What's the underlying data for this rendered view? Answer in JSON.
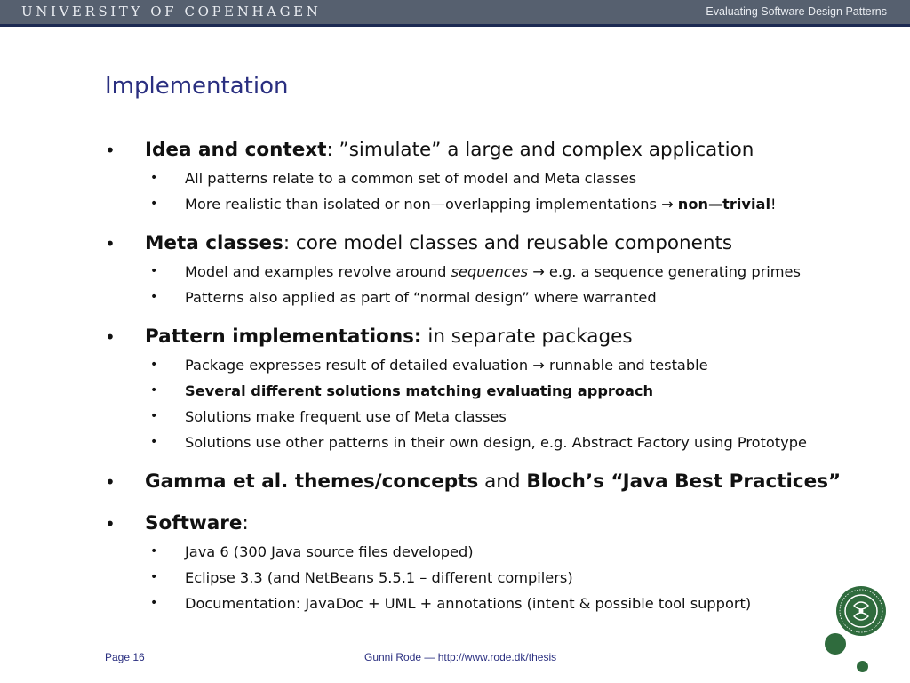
{
  "header": {
    "university": "UNIVERSITY OF COPENHAGEN",
    "deck_title": "Evaluating Software Design Patterns"
  },
  "slide": {
    "title": "Implementation",
    "sections": [
      {
        "head_bold": "Idea and context",
        "head_rest": ": ”simulate” a large and complex application",
        "items": [
          {
            "text": "All patterns relate to a common set of model and Meta classes"
          },
          {
            "pre": "More realistic than isolated or non—overlapping implementations → ",
            "bold": "non—trivial",
            "post": "!"
          }
        ]
      },
      {
        "head_bold": "Meta classes",
        "head_rest": ": core model classes and reusable components",
        "items": [
          {
            "pre": "Model and examples revolve around ",
            "italic": "sequences",
            "post": " → e.g. a sequence generating primes"
          },
          {
            "text": "Patterns also applied as part of “normal design” where warranted"
          }
        ]
      },
      {
        "head_bold": "Pattern implementations:",
        "head_rest": " in separate packages",
        "items": [
          {
            "text": "Package expresses result of detailed evaluation → runnable and testable"
          },
          {
            "bold_text": "Several different solutions matching evaluating approach"
          },
          {
            "text": "Solutions make frequent use of Meta classes"
          },
          {
            "text": "Solutions use other patterns in their own design, e.g. Abstract Factory using Prototype"
          }
        ]
      },
      {
        "head_bold": "Gamma et al. themes/concepts",
        "head_mid": " and ",
        "head_bold2": "Bloch’s “Java Best Practices”"
      },
      {
        "head_bold": "Software",
        "head_rest": ":",
        "items": [
          {
            "text": "Java 6  (300 Java source files developed)"
          },
          {
            "text": "Eclipse 3.3  (and NetBeans 5.5.1 – different compilers)"
          },
          {
            "text": "Documentation: JavaDoc + UML + annotations (intent & possible tool support)"
          }
        ]
      }
    ]
  },
  "footer": {
    "page": "Page 16",
    "author": "Gunni Rode — http://www.rode.dk/thesis"
  },
  "colors": {
    "title": "#2a2f80",
    "header_bar": "#56606f",
    "accent_green": "#2f6b3d"
  },
  "icons": {
    "seal": "university-seal-icon",
    "bullet": "bullet-dot"
  }
}
